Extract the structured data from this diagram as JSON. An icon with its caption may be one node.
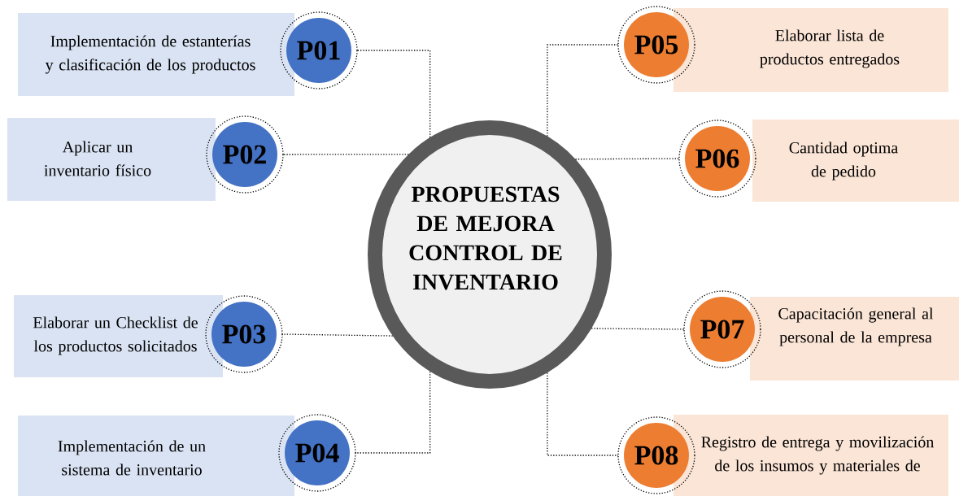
{
  "diagram": {
    "nodes": [
      {
        "text": [
          "PROPUESTAS DE MEJORA CONTROL DE INVENTARIO"
        ]
      },
      {
        "text": [
          "Implementación de estanterías y clasificación de los productos"
        ]
      },
      {
        "text": [
          "P01"
        ]
      },
      {
        "text": [
          "Aplicar un inventario físico"
        ]
      },
      {
        "text": [
          "P02"
        ]
      },
      {
        "text": [
          "Elaborar un Checklist de los productos solicitados"
        ]
      },
      {
        "text": [
          "P03"
        ]
      },
      {
        "text": [
          "Implementación de un sistema de inventario"
        ]
      },
      {
        "text": [
          "P04"
        ]
      },
      {
        "text": [
          "Elaborar lista de productos entregados"
        ]
      },
      {
        "text": [
          "P05"
        ]
      },
      {
        "text": [
          "Cantidad optima de pedido"
        ]
      },
      {
        "text": [
          "P06"
        ]
      },
      {
        "text": [
          "Capacitación general al personal de la empresa"
        ]
      },
      {
        "text": [
          "P07"
        ]
      },
      {
        "text": [
          "Registro de entrega y movilización de los insumos y materiales de"
        ]
      },
      {
        "text": [
          "P08"
        ]
      }
    ],
    "edges": [
      {
        "from": 0,
        "to": 2,
        "arrow": "none"
      },
      {
        "from": 0,
        "to": 4,
        "arrow": "none"
      },
      {
        "from": 0,
        "to": 6,
        "arrow": "none"
      },
      {
        "from": 0,
        "to": 8,
        "arrow": "none"
      },
      {
        "from": 0,
        "to": 10,
        "arrow": "none"
      },
      {
        "from": 0,
        "to": 12,
        "arrow": "none"
      },
      {
        "from": 0,
        "to": 14,
        "arrow": "none"
      },
      {
        "from": 0,
        "to": 16,
        "arrow": "none"
      }
    ]
  }
}
